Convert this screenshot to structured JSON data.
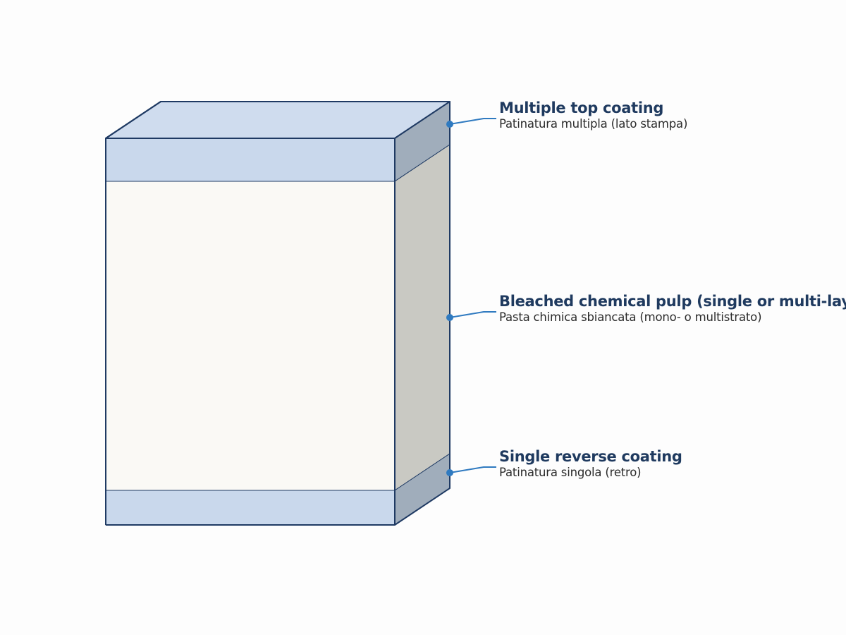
{
  "colors": {
    "outline": "#1f3a63",
    "coating_front": "#c9d8ec",
    "coating_top_face": "#cfdcee",
    "coating_side": "#a0adbb",
    "pulp_front": "#faf9f5",
    "pulp_side": "#c9c9c3",
    "leader": "#2f7ac0",
    "title_text": "#1f3a5f",
    "sub_text": "#2b2b2b"
  },
  "layers": [
    {
      "id": "top",
      "title": "Multiple top coating",
      "subtitle": "Patinatura multipla (lato stampa)"
    },
    {
      "id": "pulp",
      "title": "Bleached chemical pulp (single or multi-layer)",
      "subtitle": "Pasta chimica sbiancata (mono- o multistrato)"
    },
    {
      "id": "reverse",
      "title": "Single reverse coating",
      "subtitle": "Patinatura singola (retro)"
    }
  ]
}
